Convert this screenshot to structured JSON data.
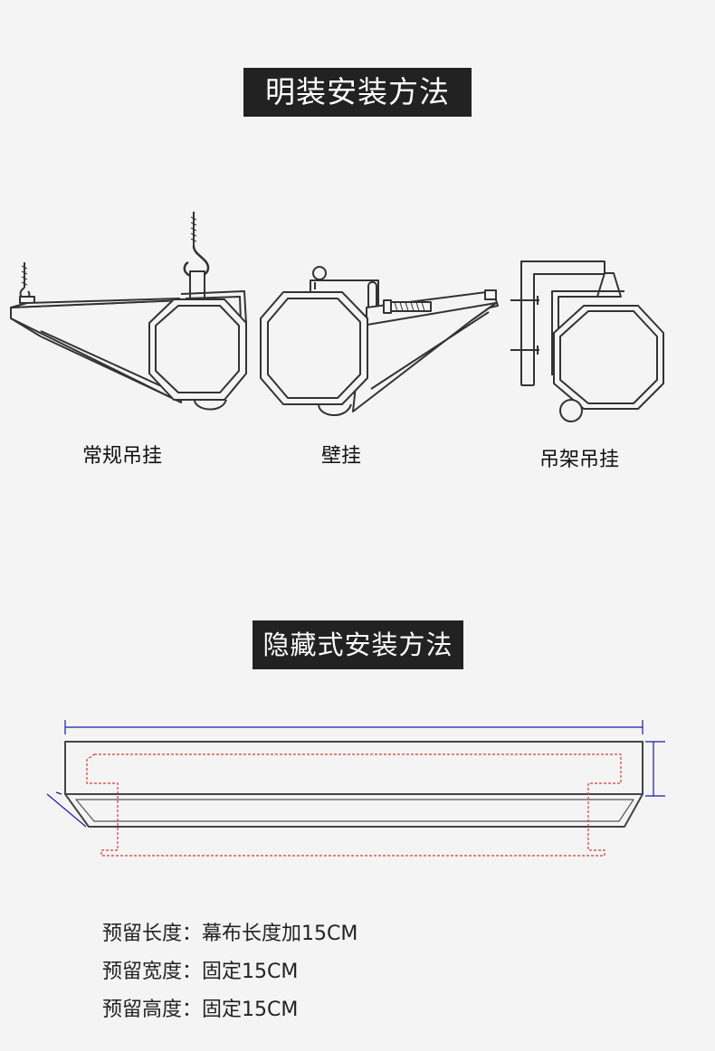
{
  "surface_install": {
    "title": "明装安装方法",
    "methods": [
      {
        "label": "常规吊挂"
      },
      {
        "label": "壁挂"
      },
      {
        "label": "吊架吊挂"
      }
    ]
  },
  "hidden_install": {
    "title": "隐藏式安装方法",
    "specs": [
      {
        "label": "预留长度",
        "value": "幕布长度加15CM"
      },
      {
        "label": "预留宽度",
        "value": "固定15CM"
      },
      {
        "label": "预留高度",
        "value": "固定15CM"
      }
    ],
    "separator": "："
  },
  "colors": {
    "title_bg": "#222222",
    "line": "#333333",
    "dimension_line": "#1a1aa0",
    "dashed_outline": "#d83a3a"
  }
}
